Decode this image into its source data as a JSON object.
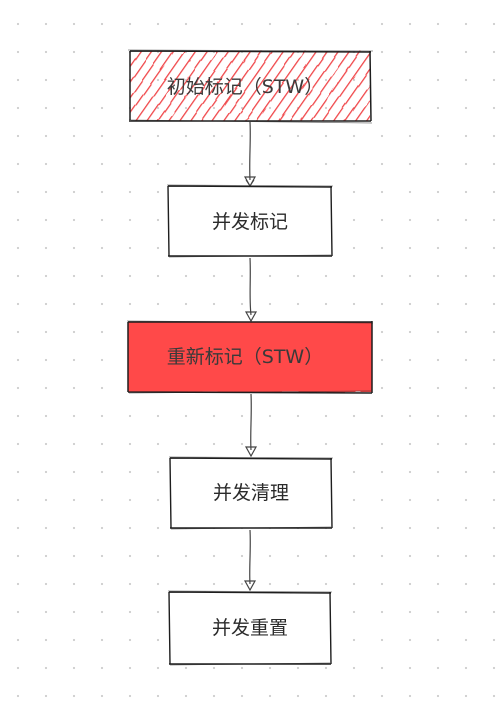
{
  "colors": {
    "hatch_red": "#f0464a",
    "solid_red": "#ff4a4a",
    "stroke": "#1e1e1e",
    "node_white": "#ffffff"
  },
  "nodes": [
    {
      "id": "initial-mark",
      "label": "初始标记（STW）",
      "style": "hatched-red"
    },
    {
      "id": "concurrent-mark",
      "label": "并发标记",
      "style": "white"
    },
    {
      "id": "remark",
      "label": "重新标记（STW）",
      "style": "solid-red"
    },
    {
      "id": "concurrent-sweep",
      "label": "并发清理",
      "style": "white"
    },
    {
      "id": "concurrent-reset",
      "label": "并发重置",
      "style": "white"
    }
  ]
}
